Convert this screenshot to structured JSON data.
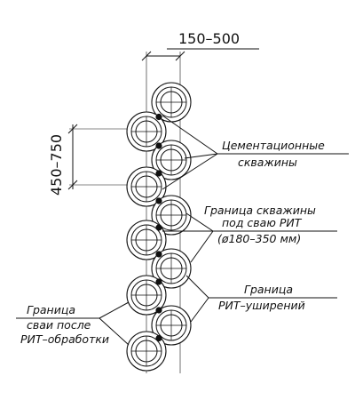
{
  "dimensions": {
    "spacing_range": "150–500",
    "depth_range": "450–750"
  },
  "labels": {
    "cement_holes": [
      "Цементационные",
      "скважины"
    ],
    "rit_hole_boundary": [
      "Граница скважины",
      "под сваю РИТ",
      "(ø180–350 мм)"
    ],
    "rit_broadening_boundary": [
      "Граница",
      "РИТ–уширений"
    ],
    "pile_boundary_after_rit": [
      "Граница",
      "сваи после",
      "РИТ–обработки"
    ]
  },
  "colors": {
    "ink": "#111111",
    "paper": "#ffffff"
  }
}
